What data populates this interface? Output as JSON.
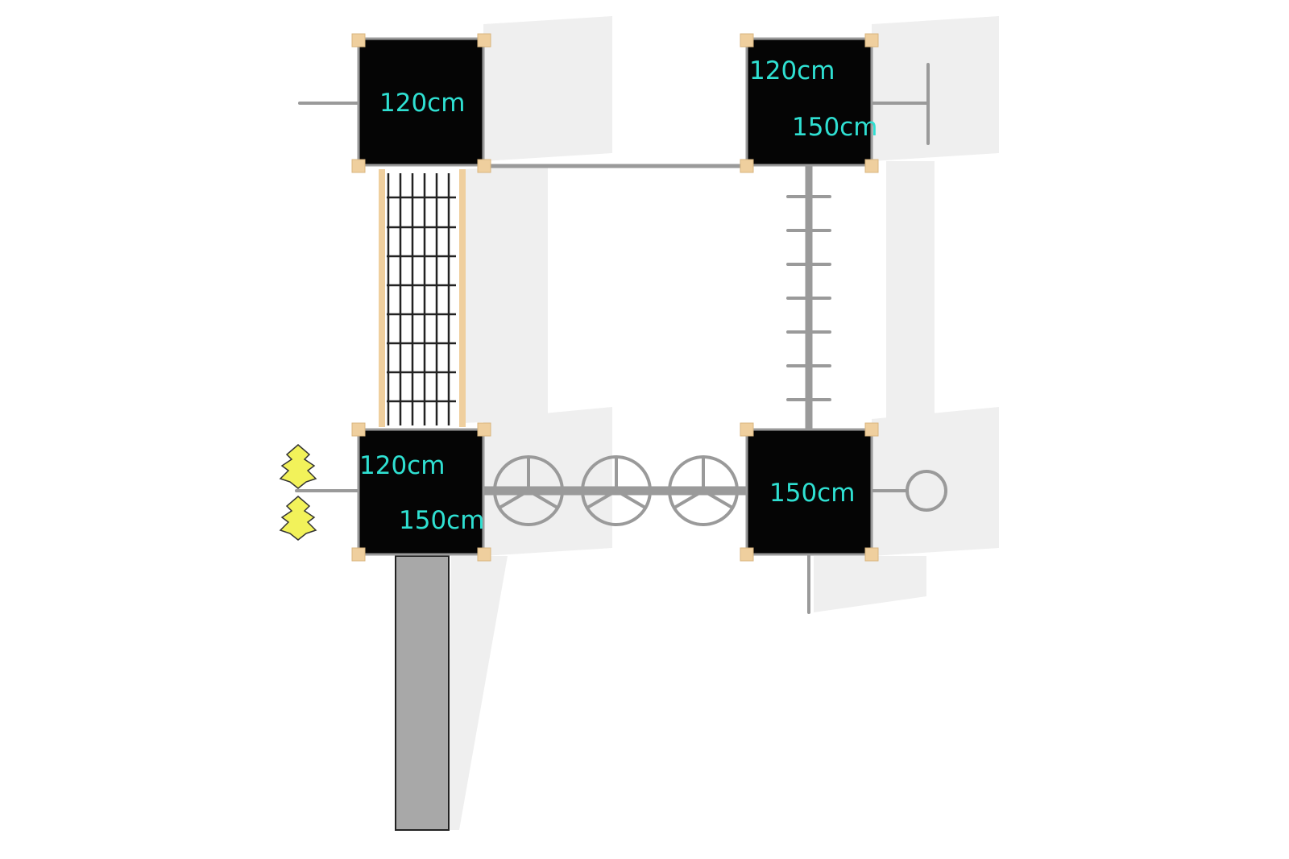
{
  "colors": {
    "platform": "#050505",
    "post": "#efcf9e",
    "steel": "#9a9a9a",
    "label": "#2fe0d2",
    "shadow": "#ececec",
    "leaf": "#f2f25a",
    "slide": "#a8a8a8"
  },
  "platforms": [
    {
      "id": "top-left",
      "labels": [
        "120cm"
      ]
    },
    {
      "id": "top-right",
      "labels": [
        "120cm",
        "150cm"
      ]
    },
    {
      "id": "bottom-left",
      "labels": [
        "120cm",
        "150cm"
      ]
    },
    {
      "id": "bottom-right",
      "labels": [
        "150cm"
      ]
    }
  ]
}
